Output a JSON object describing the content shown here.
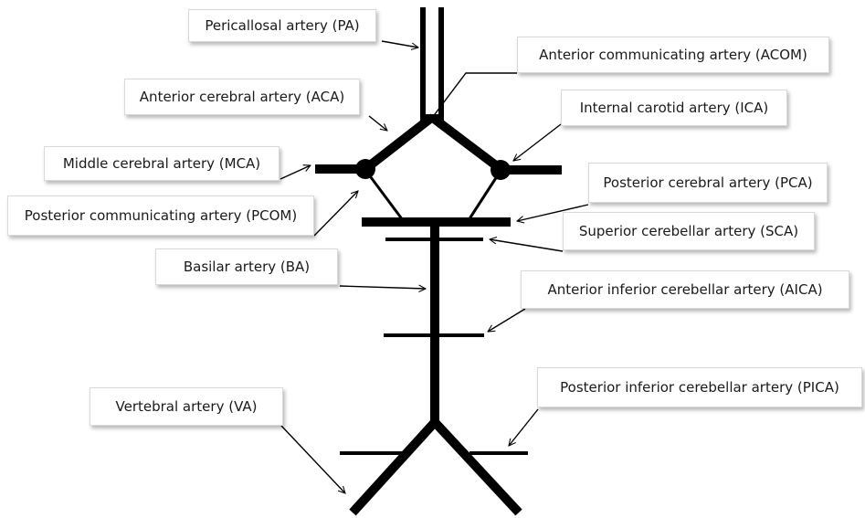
{
  "labels": {
    "pa": "Pericallosal artery (PA)",
    "acom": "Anterior communicating artery (ACOM)",
    "aca": "Anterior cerebral artery (ACA)",
    "ica": "Internal carotid artery (ICA)",
    "mca": "Middle cerebral artery (MCA)",
    "pca": "Posterior cerebral artery (PCA)",
    "pcom": "Posterior communicating artery (PCOM)",
    "sca": "Superior cerebellar artery (SCA)",
    "ba": "Basilar artery (BA)",
    "aica": "Anterior inferior cerebellar artery (AICA)",
    "va": "Vertebral artery (VA)",
    "pica": "Posterior inferior cerebellar artery (PICA)"
  },
  "colors": {
    "vessel": "#000000",
    "arrow": "#000000",
    "label_border": "#d9d9d9",
    "background": "#ffffff"
  }
}
